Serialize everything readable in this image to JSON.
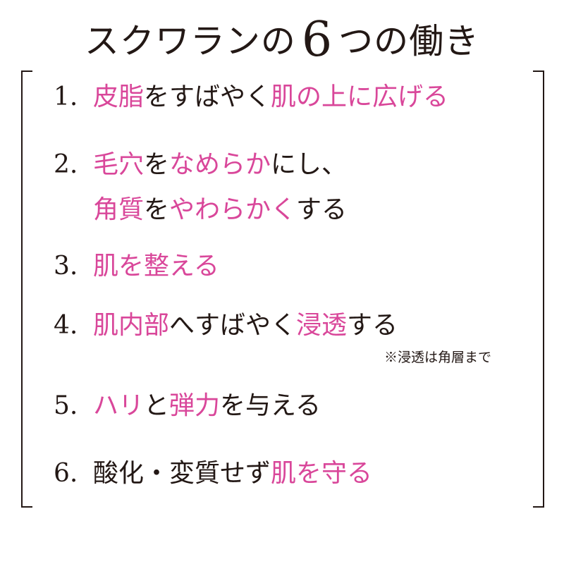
{
  "title": {
    "before": "スクワランの",
    "number": "6",
    "after": "つの働き"
  },
  "items": [
    {
      "num": "1.",
      "lines": [
        [
          {
            "t": "皮脂",
            "c": "pink"
          },
          {
            "t": "をすばやく",
            "c": "dark"
          },
          {
            "t": "肌の上に広げる",
            "c": "pink"
          }
        ]
      ]
    },
    {
      "num": "2.",
      "lines": [
        [
          {
            "t": "毛穴",
            "c": "pink"
          },
          {
            "t": "を",
            "c": "dark"
          },
          {
            "t": "なめらか",
            "c": "pink"
          },
          {
            "t": "にし、",
            "c": "dark"
          }
        ],
        [
          {
            "t": "角質",
            "c": "pink"
          },
          {
            "t": "を",
            "c": "dark"
          },
          {
            "t": "やわらかく",
            "c": "pink"
          },
          {
            "t": "する",
            "c": "dark"
          }
        ]
      ]
    },
    {
      "num": "3.",
      "lines": [
        [
          {
            "t": "肌を整える",
            "c": "pink"
          }
        ]
      ]
    },
    {
      "num": "4.",
      "lines": [
        [
          {
            "t": "肌内部",
            "c": "pink"
          },
          {
            "t": "へすばやく",
            "c": "dark"
          },
          {
            "t": "浸透",
            "c": "pink"
          },
          {
            "t": "する",
            "c": "dark"
          }
        ]
      ]
    },
    {
      "num": "5.",
      "lines": [
        [
          {
            "t": "ハリ",
            "c": "pink"
          },
          {
            "t": "と",
            "c": "dark"
          },
          {
            "t": "弾力",
            "c": "pink"
          },
          {
            "t": "を与える",
            "c": "dark"
          }
        ]
      ]
    },
    {
      "num": "6.",
      "lines": [
        [
          {
            "t": "酸化・変質せず",
            "c": "dark"
          },
          {
            "t": "肌を守る",
            "c": "pink"
          }
        ]
      ]
    }
  ],
  "note": "※浸透は角層まで",
  "colors": {
    "text": "#231815",
    "accent": "#d9479a",
    "background": "#ffffff"
  }
}
